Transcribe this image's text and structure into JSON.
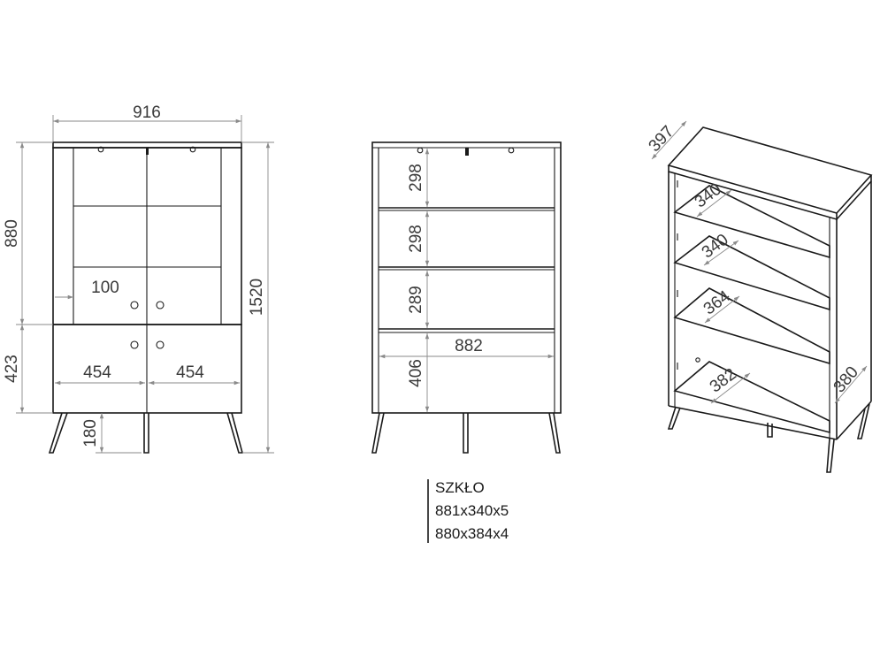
{
  "front": {
    "width": "916",
    "upper_height": "880",
    "lower_height": "423",
    "total_height": "1520",
    "leg_height": "180",
    "door_left": "454",
    "door_right": "454",
    "offset": "100"
  },
  "middle": {
    "h1": "298",
    "h2": "298",
    "h3": "289",
    "h4": "406",
    "inner_width": "882"
  },
  "iso": {
    "top_depth": "397",
    "shelf1": "340",
    "shelf2": "340",
    "shelf3": "364",
    "bottom": "382",
    "side": "380"
  },
  "glass": {
    "title": "SZKŁO",
    "line1": "881x340x5",
    "line2": "880x384x4"
  }
}
